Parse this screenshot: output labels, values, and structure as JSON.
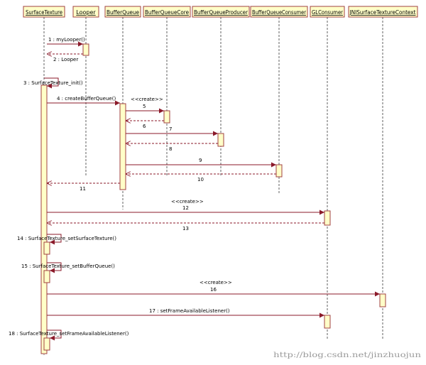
{
  "lifelines": [
    {
      "id": "surfacetexture",
      "label": "SurfaceTexture"
    },
    {
      "id": "looper",
      "label": "Looper"
    },
    {
      "id": "bufferqueue",
      "label": "BufferQueue"
    },
    {
      "id": "bufferqueuecore",
      "label": "BufferQueueCore"
    },
    {
      "id": "bufferqueueproducer",
      "label": "BufferQueueProducer"
    },
    {
      "id": "bufferqueueconsumer",
      "label": "BufferQueueConsumer"
    },
    {
      "id": "glconsumer",
      "label": "GLConsumer"
    },
    {
      "id": "jnisurfacetexturecontext",
      "label": "JNISurfaceTextureContext"
    }
  ],
  "messages": [
    {
      "id": "m1",
      "label": "1 : myLooper()"
    },
    {
      "id": "m2",
      "label": "2 : Looper"
    },
    {
      "id": "m3",
      "label": "3 : SurfaceTexture_init()"
    },
    {
      "id": "m4",
      "label": "4 : createBufferQueue()"
    },
    {
      "id": "m5",
      "label": "5",
      "stereotype": "<<create>>"
    },
    {
      "id": "m6",
      "label": "6"
    },
    {
      "id": "m7",
      "label": "7"
    },
    {
      "id": "m8",
      "label": "8"
    },
    {
      "id": "m9",
      "label": "9"
    },
    {
      "id": "m10",
      "label": "10"
    },
    {
      "id": "m11",
      "label": "11"
    },
    {
      "id": "m12",
      "label": "12",
      "stereotype": "<<create>>"
    },
    {
      "id": "m13",
      "label": "13"
    },
    {
      "id": "m14",
      "label": "14 : SurfaceTexture_setSurfaceTexture()"
    },
    {
      "id": "m15",
      "label": "15 : SurfaceTexture_setBufferQueue()"
    },
    {
      "id": "m16",
      "label": "16",
      "stereotype": "<<create>>"
    },
    {
      "id": "m17",
      "label": "17 : setFrameAvailableListener()"
    },
    {
      "id": "m18",
      "label": "18 : SurfaceTexture_setFrameAvailableListener()"
    }
  ],
  "watermark": "http://blog.csdn.net/jinzhuojun",
  "colors": {
    "box_fill": "#ffffc8",
    "box_border": "#a04040",
    "arrow": "#8b1a2a"
  }
}
